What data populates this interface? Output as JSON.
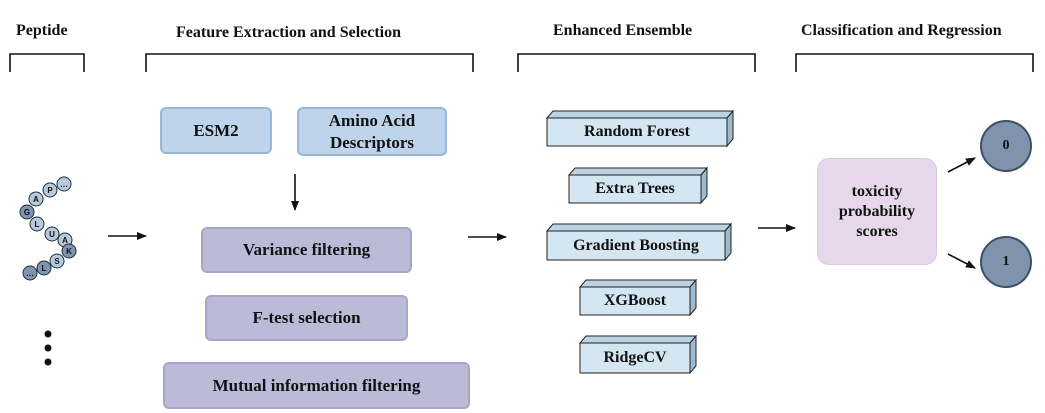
{
  "headers": {
    "peptide": "Peptide",
    "feature": "Feature Extraction and Selection",
    "ensemble": "Enhanced Ensemble",
    "classification": "Classification and Regression"
  },
  "feature_sources": {
    "esm2": "ESM2",
    "aad_line1": "Amino Acid",
    "aad_line2": "Descriptors"
  },
  "selection_steps": {
    "variance": "Variance filtering",
    "ftest": "F-test selection",
    "mutual": "Mutual information filtering"
  },
  "models": {
    "rf": "Random Forest",
    "et": "Extra Trees",
    "gb": "Gradient Boosting",
    "xgb": "XGBoost",
    "ridge": "RidgeCV"
  },
  "scores": {
    "line1": "toxicity",
    "line2": "probability",
    "line3": "scores"
  },
  "outputs": {
    "zero": "0",
    "one": "1"
  },
  "peptide_beads": [
    "…",
    "P",
    "A",
    "G",
    "L",
    "U",
    "A",
    "K",
    "S",
    "L",
    "…"
  ],
  "colors": {
    "bead_light": "#b9c9dc",
    "bead_dark": "#7f95b1",
    "output_circle": "#7f93ad",
    "blue_box": "#bdd4ea",
    "purple_box": "#bcbbd7",
    "pink_box": "#e6d8ea",
    "cube_face": "#d4e6f2"
  }
}
